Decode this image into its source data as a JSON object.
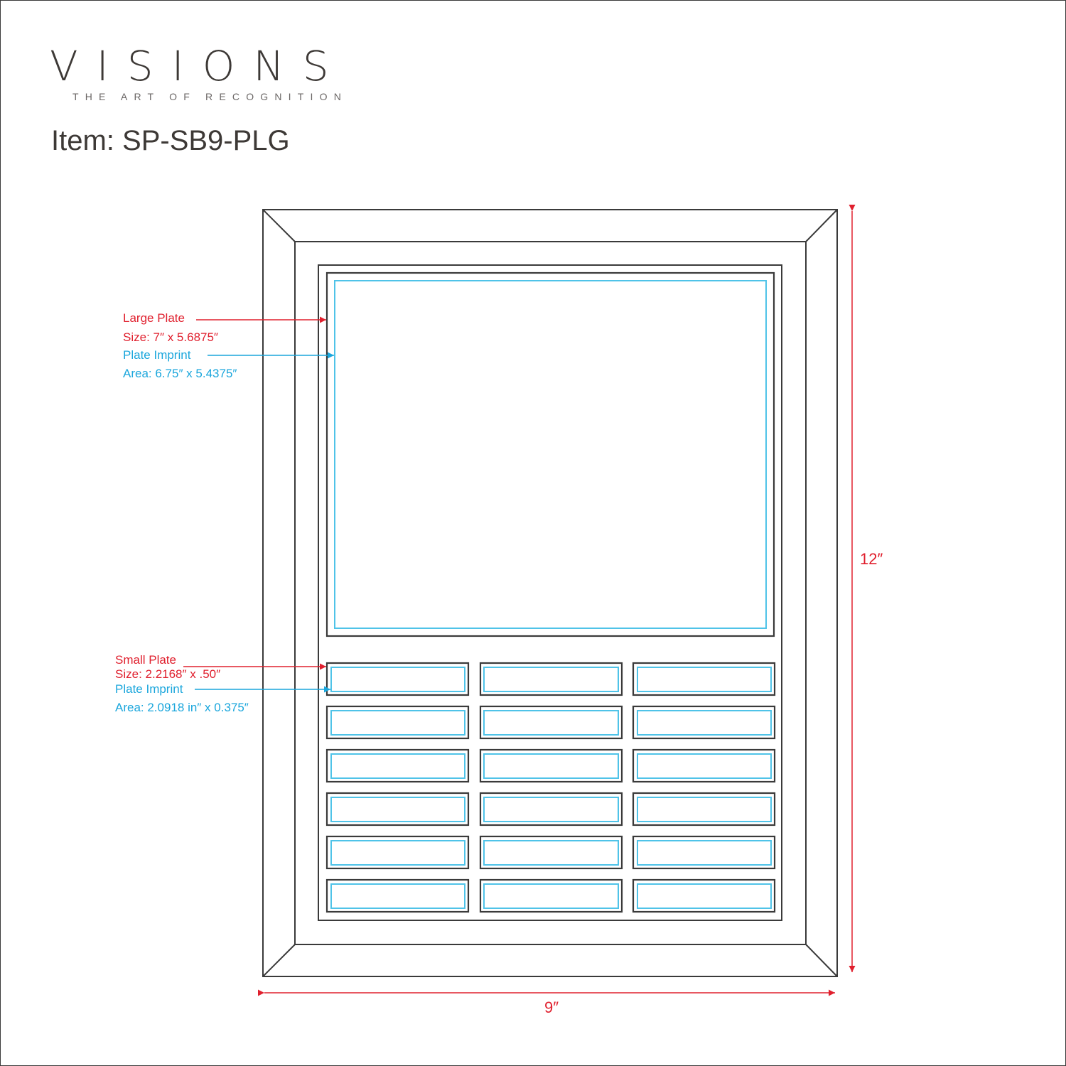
{
  "header": {
    "brand": "VISIONS",
    "tagline": "THE ART OF RECOGNITION",
    "item_title": "Item: SP-SB9-PLG"
  },
  "colors": {
    "size_label": "#e0202e",
    "imprint_label": "#1aa6dc",
    "outline": "#3a3a3a"
  },
  "annotations": {
    "large_plate": {
      "title": "Large Plate",
      "size": "Size: 7″ x 5.6875″",
      "imprint_title": "Plate Imprint",
      "imprint_area": "Area: 6.75″ x 5.4375″"
    },
    "small_plate": {
      "title": "Small Plate",
      "size": "Size: 2.2168″ x .50″",
      "imprint_title": "Plate Imprint",
      "imprint_area": "Area: 2.0918 in″ x 0.375″"
    }
  },
  "dimensions": {
    "height": "12″",
    "width": "9″"
  },
  "small_plate_grid": {
    "rows": 6,
    "columns": 3
  }
}
